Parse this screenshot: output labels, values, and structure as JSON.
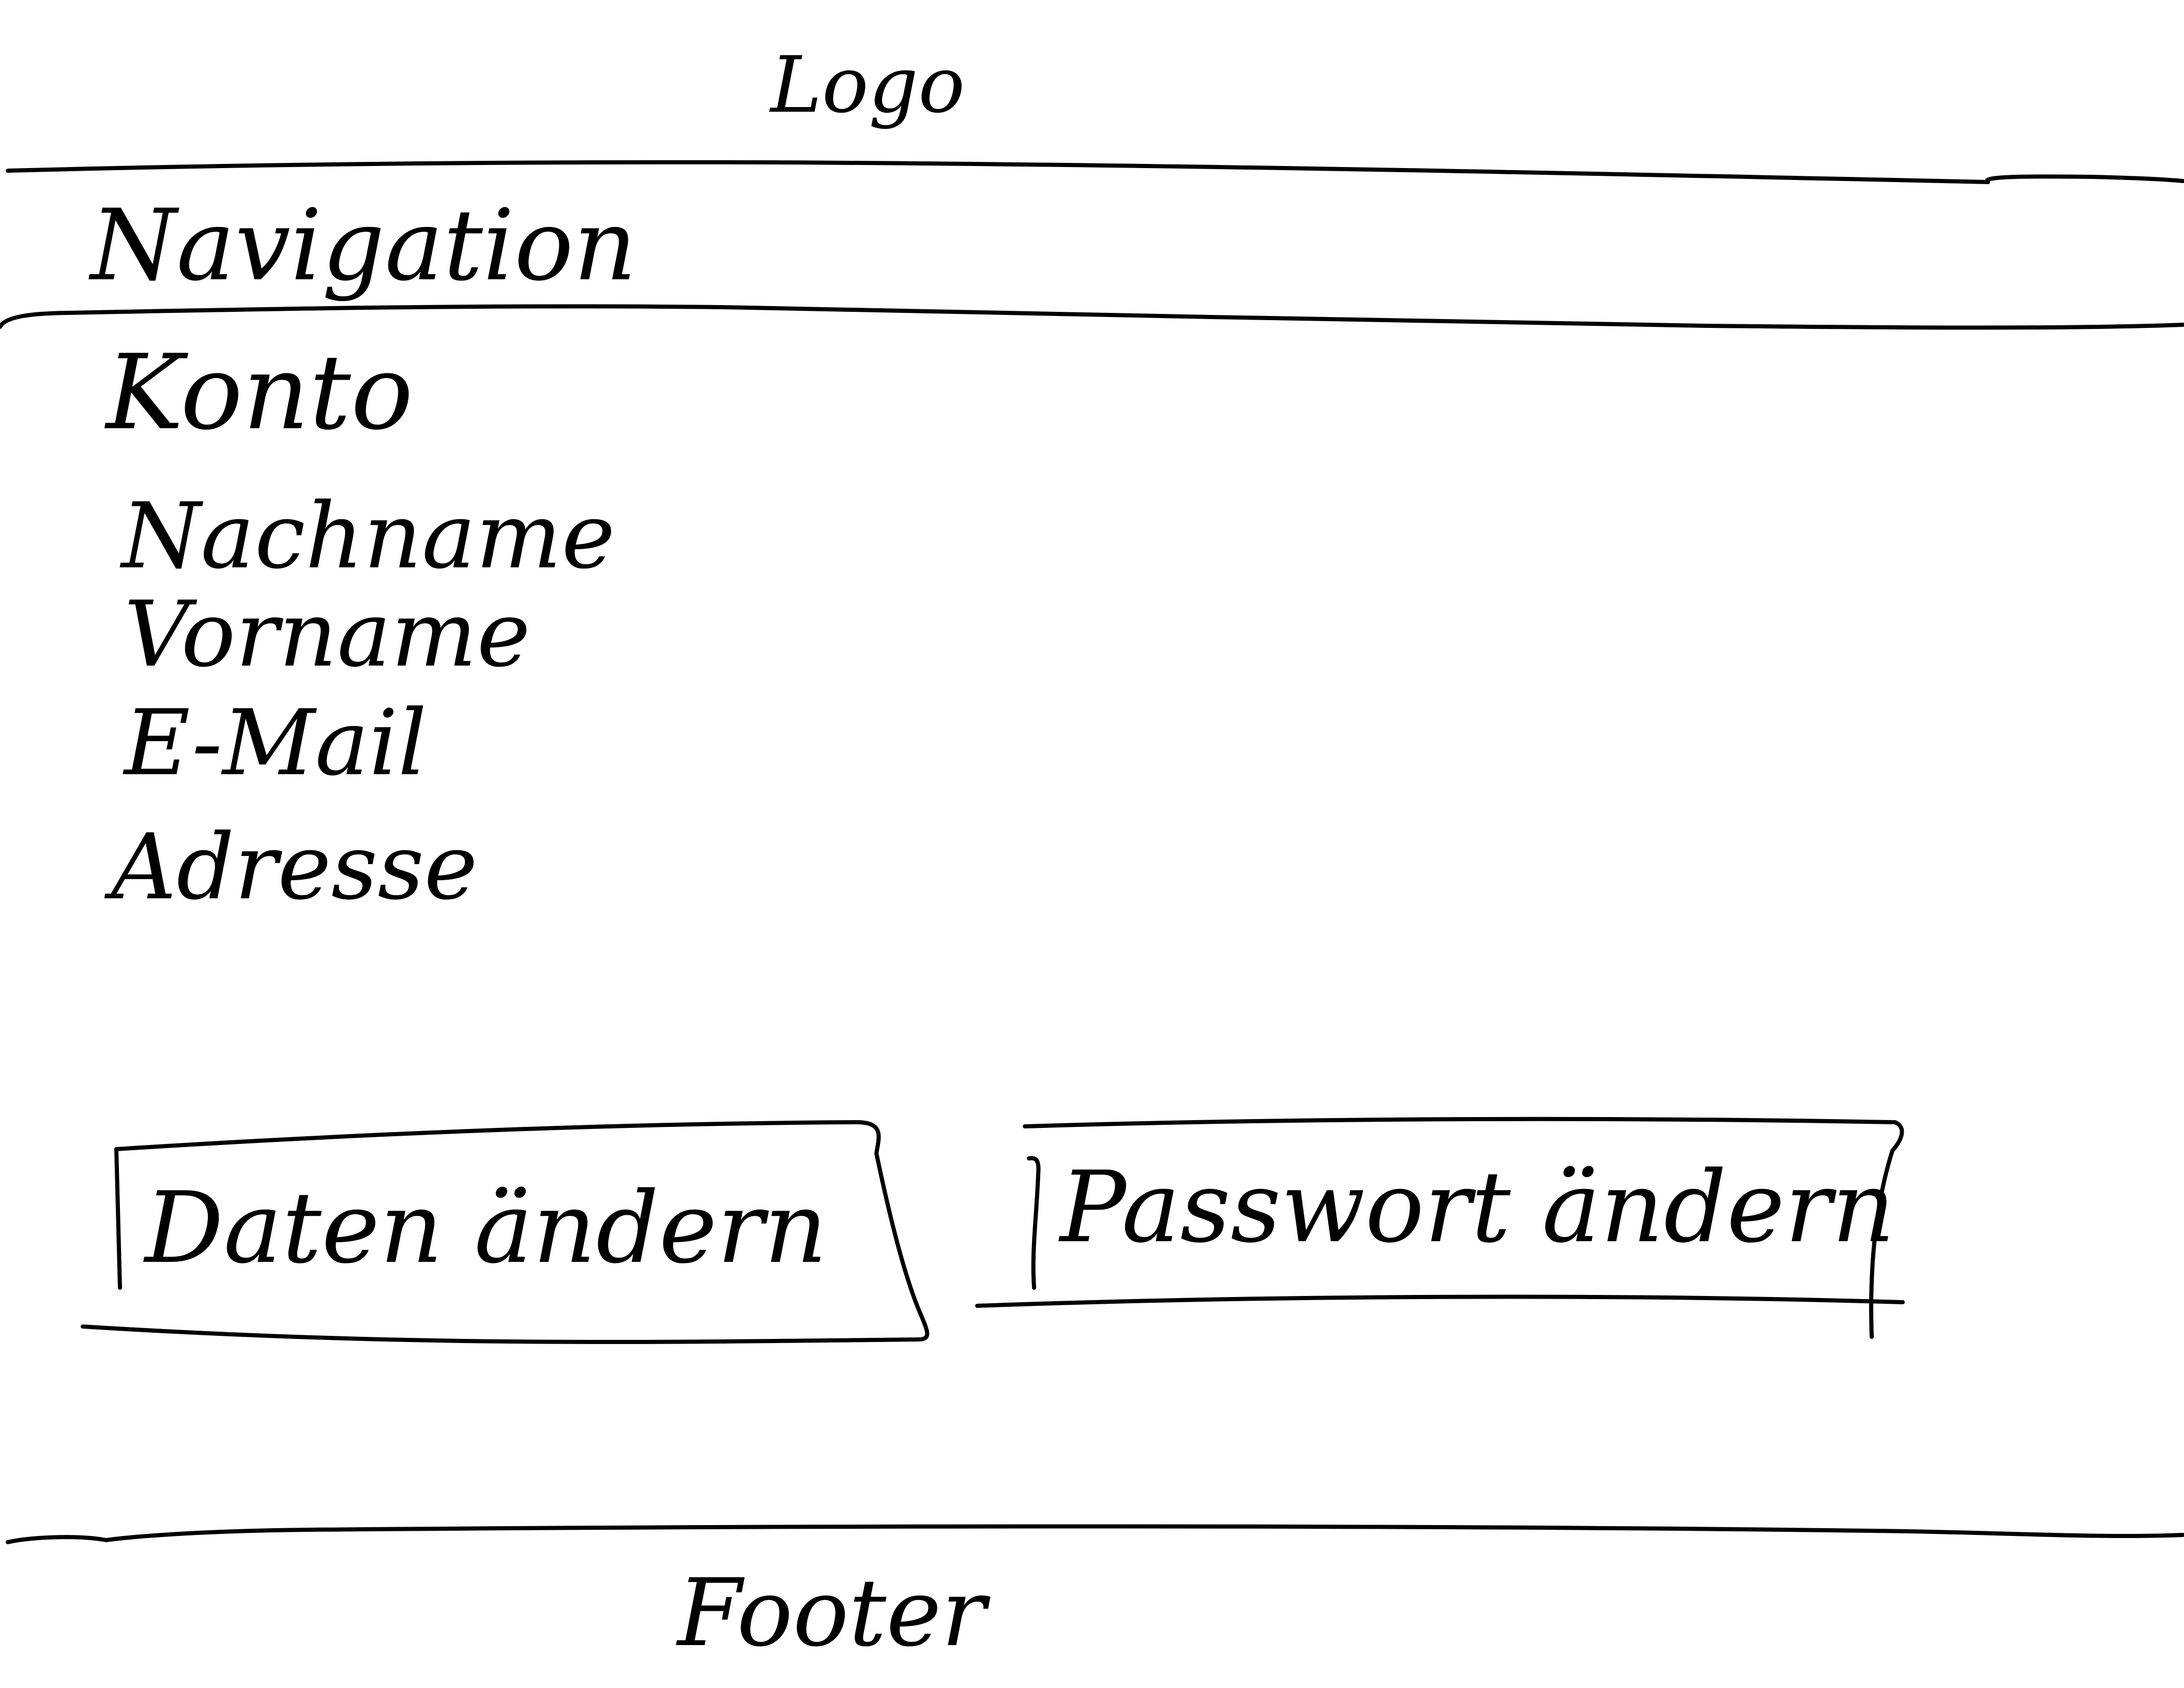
{
  "header": {
    "logo_label": "Logo"
  },
  "navigation": {
    "label": "Navigation"
  },
  "account": {
    "title": "Konto",
    "fields": [
      {
        "label": "Nachname"
      },
      {
        "label": "Vorname"
      },
      {
        "label": "E-Mail"
      },
      {
        "label": "Adresse"
      }
    ]
  },
  "actions": {
    "change_data_label": "Daten ändern",
    "change_password_label": "Passwort ändern"
  },
  "footer": {
    "label": "Footer"
  }
}
